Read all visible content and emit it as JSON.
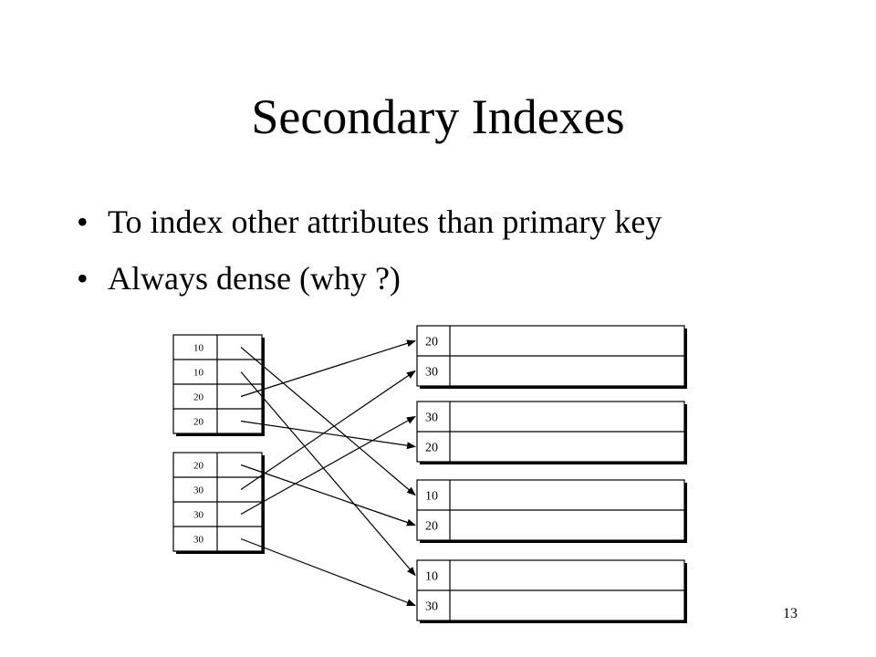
{
  "slide": {
    "title": "Secondary Indexes",
    "bullets": [
      "To index other attributes than primary key",
      "Always dense (why ?)"
    ],
    "page_number": "13"
  },
  "diagram": {
    "index_blocks": [
      {
        "keys": [
          "10",
          "10",
          "20",
          "20"
        ]
      },
      {
        "keys": [
          "20",
          "30",
          "30",
          "30"
        ]
      }
    ],
    "data_blocks": [
      {
        "keys": [
          "20",
          "30"
        ]
      },
      {
        "keys": [
          "30",
          "20"
        ]
      },
      {
        "keys": [
          "10",
          "20"
        ]
      },
      {
        "keys": [
          "10",
          "30"
        ]
      }
    ],
    "pointers": [
      {
        "from_block": 0,
        "from_row": 0,
        "to_block": 2,
        "to_row": 0
      },
      {
        "from_block": 0,
        "from_row": 1,
        "to_block": 3,
        "to_row": 0
      },
      {
        "from_block": 0,
        "from_row": 2,
        "to_block": 0,
        "to_row": 0
      },
      {
        "from_block": 0,
        "from_row": 3,
        "to_block": 1,
        "to_row": 1
      },
      {
        "from_block": 1,
        "from_row": 0,
        "to_block": 2,
        "to_row": 1
      },
      {
        "from_block": 1,
        "from_row": 1,
        "to_block": 0,
        "to_row": 1
      },
      {
        "from_block": 1,
        "from_row": 2,
        "to_block": 1,
        "to_row": 0
      },
      {
        "from_block": 1,
        "from_row": 3,
        "to_block": 3,
        "to_row": 1
      }
    ]
  }
}
